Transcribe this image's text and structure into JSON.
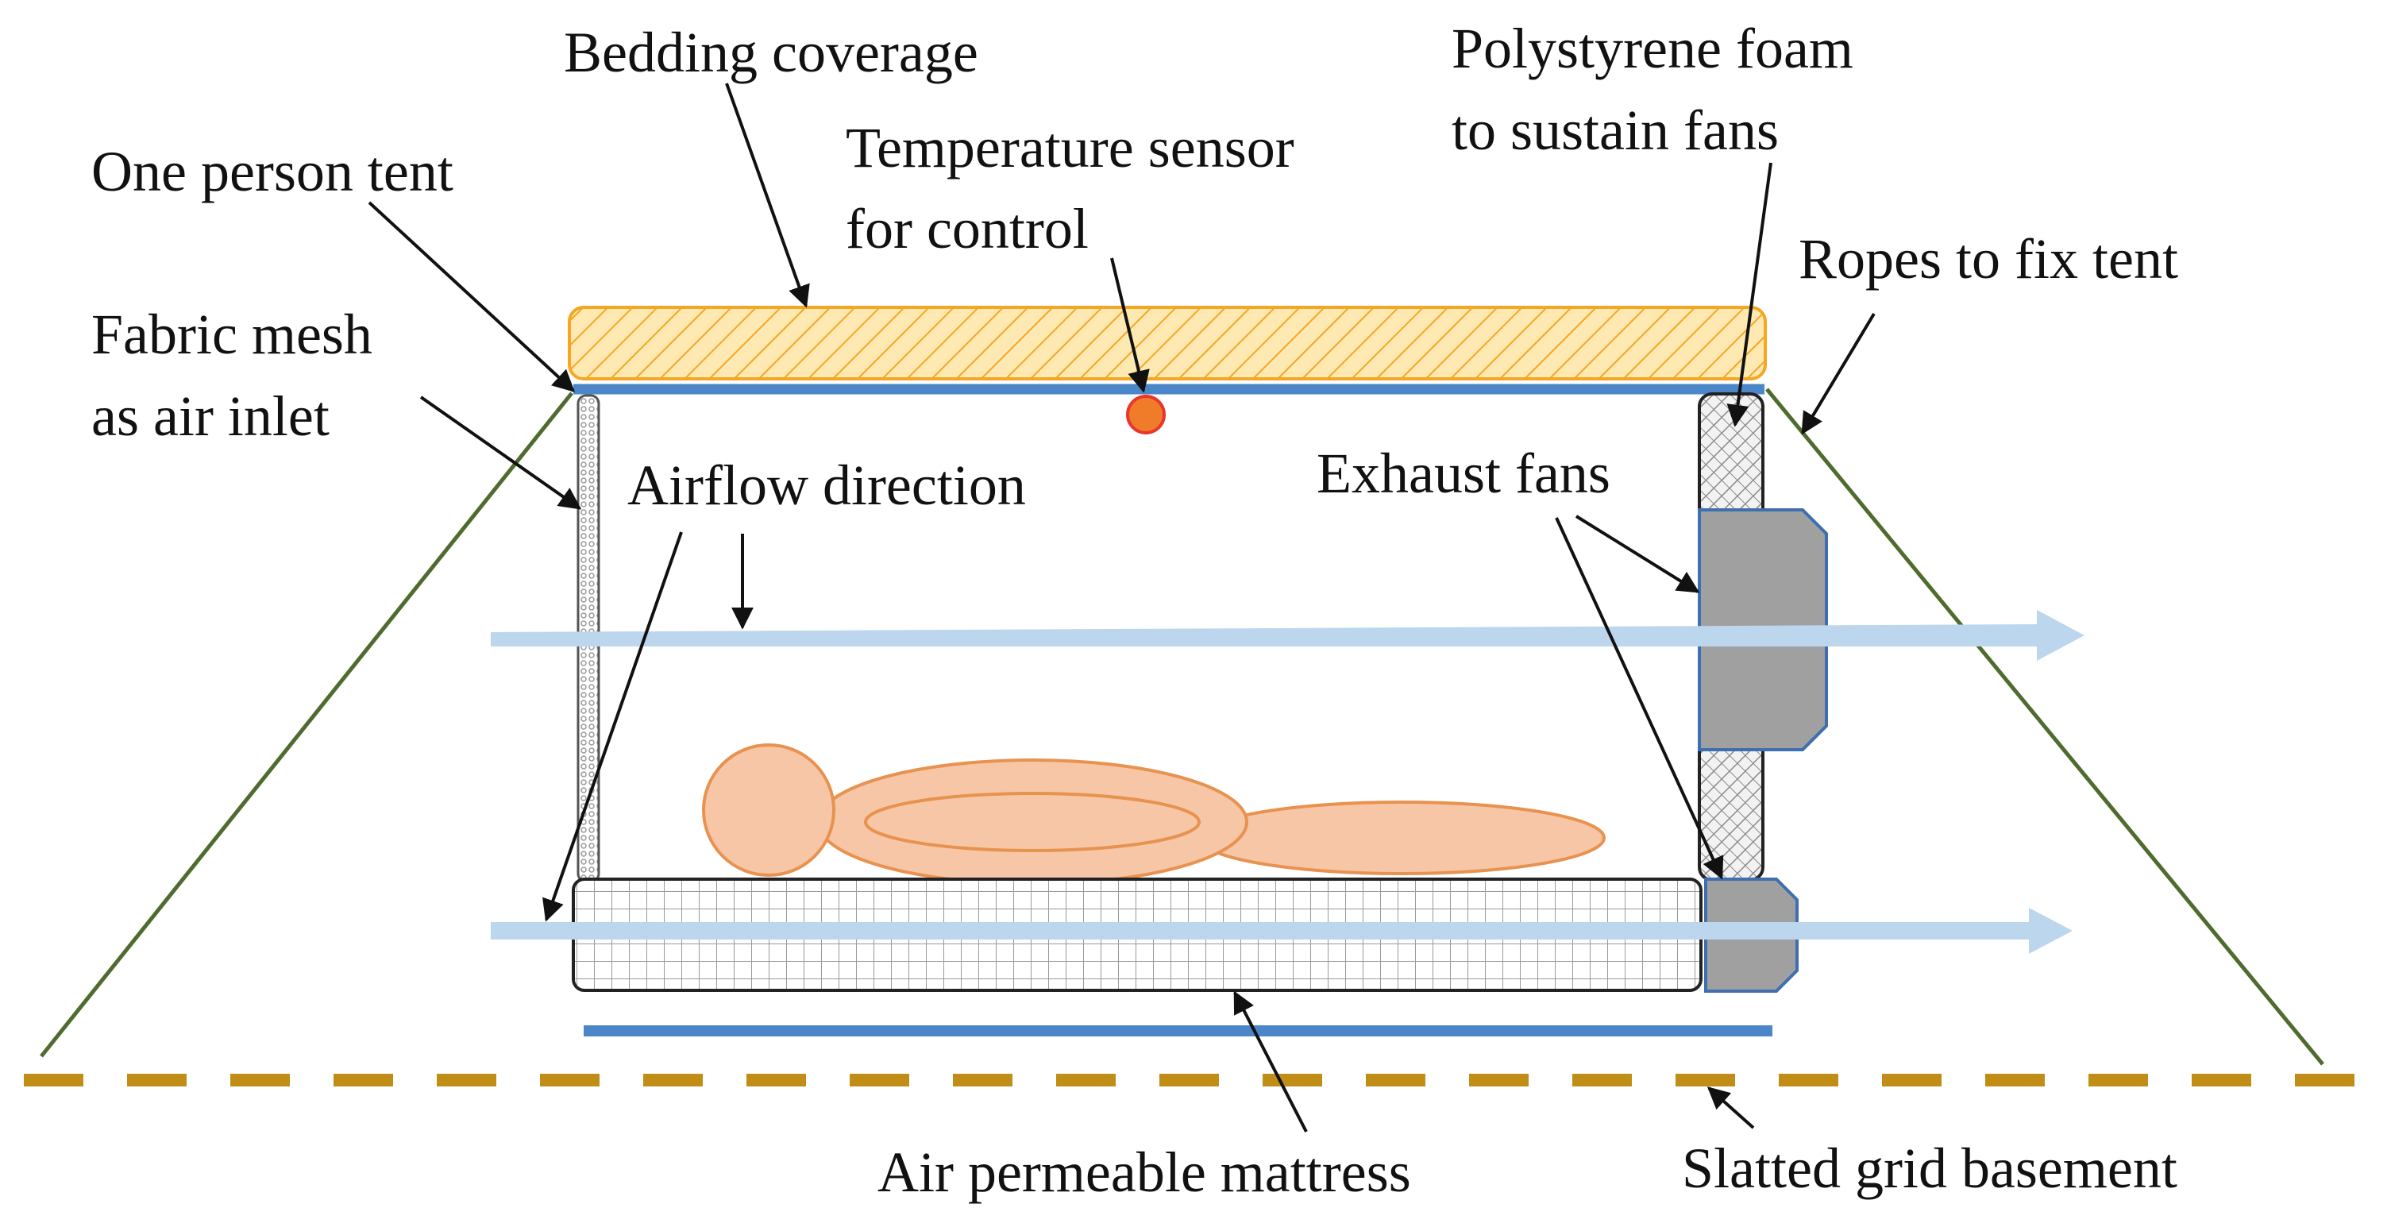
{
  "labels": {
    "bedding_coverage": "Bedding coverage",
    "polystyrene_line1": "Polystyrene foam",
    "polystyrene_line2": "to sustain fans",
    "one_person_tent": "One person tent",
    "temp_sensor_line1": "Temperature sensor",
    "temp_sensor_line2": "for control",
    "ropes": "Ropes to fix tent",
    "fabric_mesh_line1": "Fabric mesh",
    "fabric_mesh_line2": "as air inlet",
    "airflow_direction": "Airflow direction",
    "exhaust_fans": "Exhaust fans",
    "mattress": "Air permeable mattress",
    "basement": "Slatted grid basement"
  },
  "colors": {
    "bedding_fill": "#ffe9b3",
    "bedding_stroke": "#f5a623",
    "tent_roof": "#4a86c8",
    "sensor": "#f07c2a",
    "rope": "#4f6b2e",
    "airflow_arrow": "#bcd6ee",
    "fan": "#a0a0a0",
    "fan_stroke": "#3f6fb0",
    "person_fill": "#f7c6a6",
    "person_stroke": "#e8924f",
    "basement": "#c08e17",
    "mattress_base": "#4a86c8"
  }
}
